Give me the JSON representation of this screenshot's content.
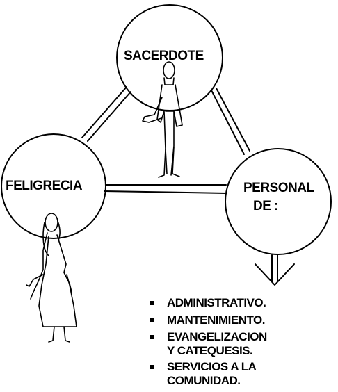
{
  "nodes": {
    "sacerdote": "SACERDOTE",
    "feligresia": "FELIGRECIA",
    "personal_line1": "PERSONAL",
    "personal_line2": "DE :"
  },
  "list": [
    {
      "line1": "ADMINISTRATIVO.",
      "line2": ""
    },
    {
      "line1": "MANTENIMIENTO.",
      "line2": ""
    },
    {
      "line1": "EVANGELIZACION",
      "line2": "Y CATEQUESIS."
    },
    {
      "line1": "SERVICIOS A LA",
      "line2": "COMUNIDAD."
    }
  ]
}
